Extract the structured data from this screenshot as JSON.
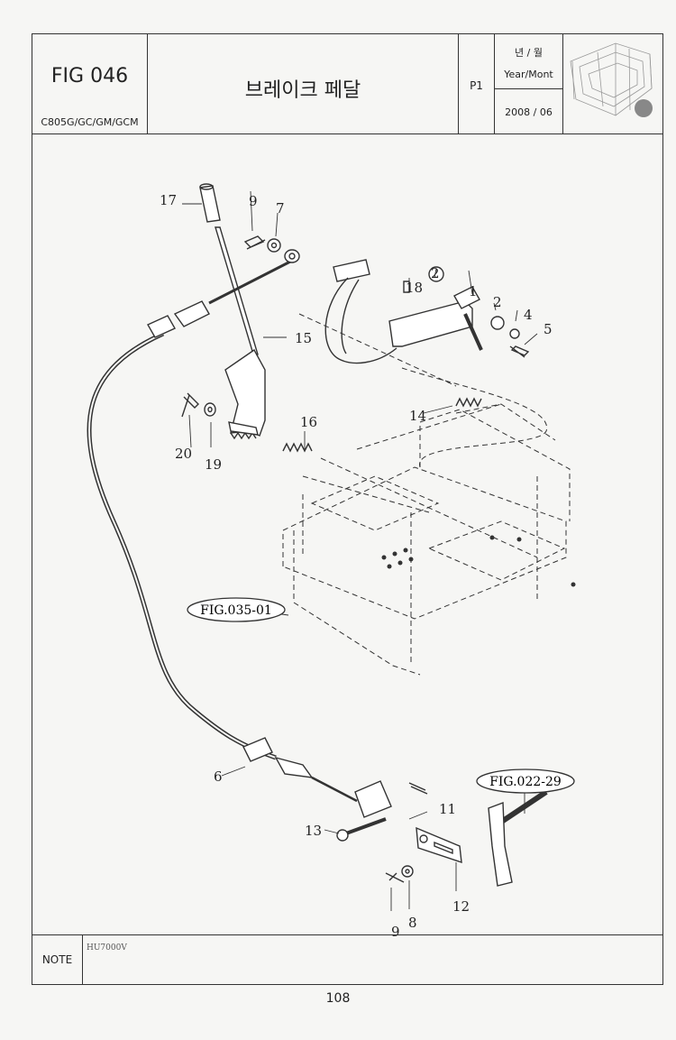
{
  "header": {
    "fig_label": "FIG 046",
    "models": "C805G/GC/GM/GCM",
    "title": "브레이크 페달",
    "page_code": "P1",
    "year_month_ko": "년 / 월",
    "year_month_en": "Year/Mont",
    "date": "2008 / 06"
  },
  "drawing": {
    "callouts": [
      "1",
      "2",
      "2",
      "4",
      "5",
      "6",
      "7",
      "8",
      "9",
      "9",
      "11",
      "12",
      "13",
      "14",
      "15",
      "16",
      "17",
      "18",
      "19",
      "20"
    ],
    "refs": [
      "FIG.035-01",
      "FIG.022-29"
    ],
    "code": "HU7000V"
  },
  "note": {
    "label": "NOTE",
    "text": ""
  },
  "footer": {
    "page_number": "108"
  },
  "colors": {
    "line": "#333333",
    "background": "#f6f6f4"
  }
}
